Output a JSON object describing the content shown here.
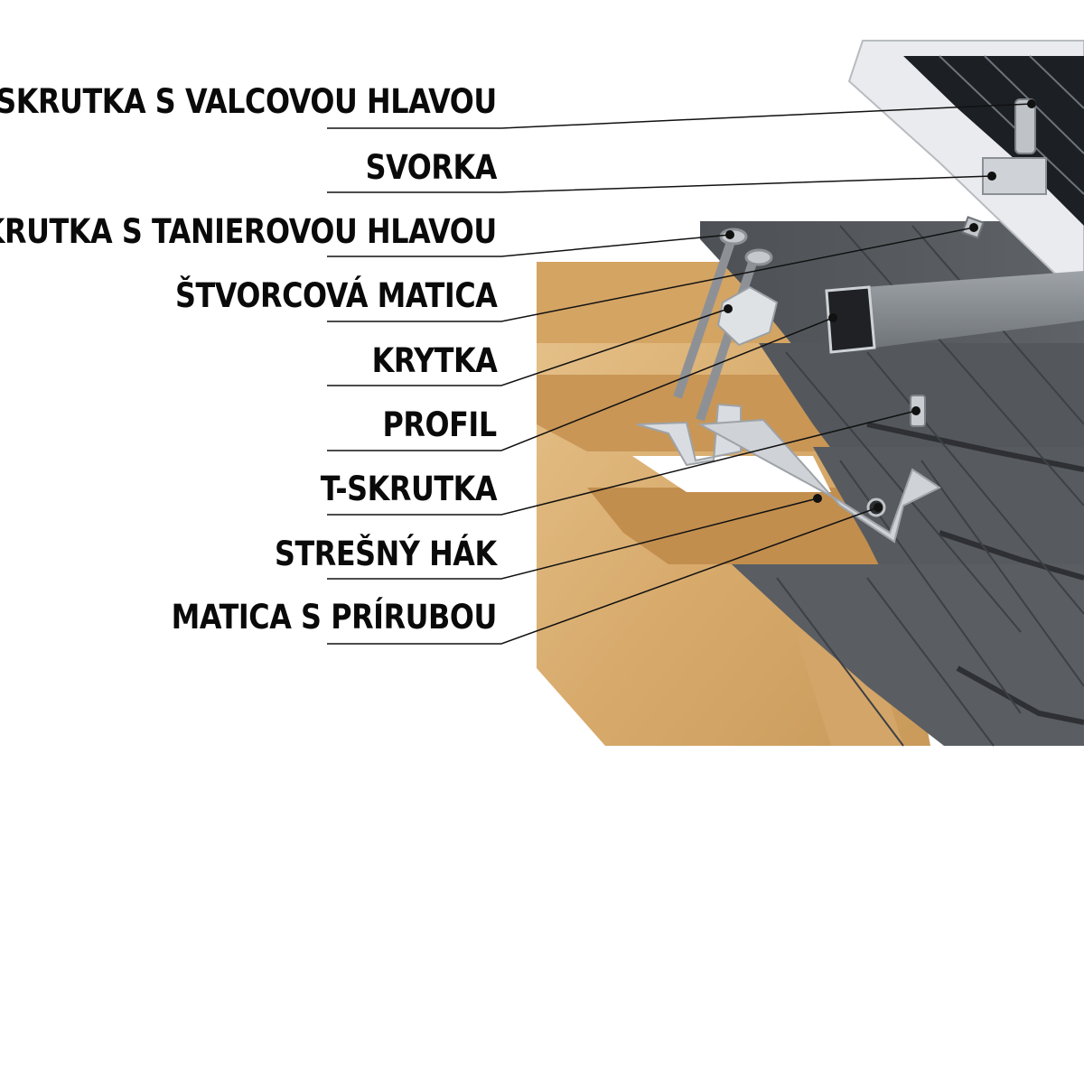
{
  "labels": [
    "SKRUTKA S VALCOVOU HLAVOU",
    "SVORKA",
    "SKRUTKA S TANIEROVOU HLAVOU",
    "ŠTVORCOVÁ MATICA",
    "KRYTKA",
    "PROFIL",
    "T-SKRUTKA",
    "STREŠNÝ HÁK",
    "MATICA S PRÍRUBOU"
  ],
  "colors": {
    "wood": "#d9b27a",
    "wood_dark": "#b98b4e",
    "roof_sheet": "#55595d",
    "roof_edge": "#2e3033",
    "aluminium": "#c8ccd0",
    "panel_cells": "#1c1f24",
    "text": "#0a0a0a"
  }
}
